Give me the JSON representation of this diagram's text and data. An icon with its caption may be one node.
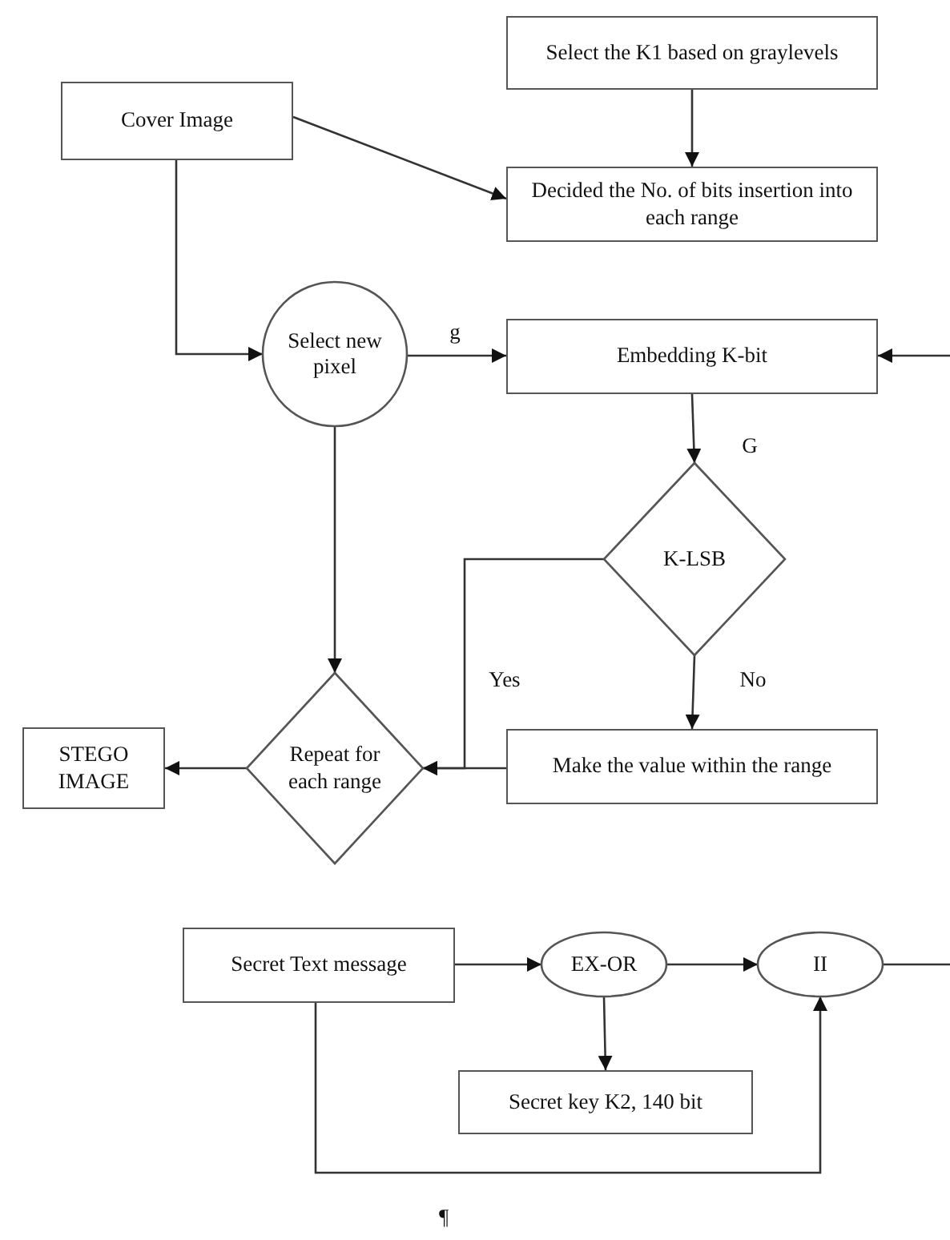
{
  "diagram": {
    "nodes": [
      {
        "text": [
          "Select the K1 based on graylevels"
        ]
      },
      {
        "text": [
          "Cover Image"
        ]
      },
      {
        "text": [
          "Decided the No. of bits insertion into each range"
        ]
      },
      {
        "text": [
          "Select new pixel"
        ]
      },
      {
        "text": [
          "Embedding K-bit"
        ]
      },
      {
        "text": [
          "K-LSB"
        ]
      },
      {
        "text": [
          "STEGO IMAGE"
        ]
      },
      {
        "text": [
          "Repeat for each range"
        ]
      },
      {
        "text": [
          "Make the value within the range"
        ]
      },
      {
        "text": [
          "Secret Text message"
        ]
      },
      {
        "text": [
          "EX-OR"
        ]
      },
      {
        "text": [
          "II"
        ]
      },
      {
        "text": [
          "Secret key K2, 140 bit"
        ]
      }
    ],
    "edges": [
      {
        "from": 0,
        "to": 2,
        "arrow": "to"
      },
      {
        "from": 1,
        "to": 2,
        "arrow": "to"
      },
      {
        "from": 1,
        "to": 3,
        "arrow": "to"
      },
      {
        "from": 3,
        "to": 4,
        "arrow": "to",
        "label": "g"
      },
      {
        "from": null,
        "to": 4,
        "arrow": "to"
      },
      {
        "from": 4,
        "to": 5,
        "arrow": "to",
        "label": "G"
      },
      {
        "from": 5,
        "to": 7,
        "arrow": "to",
        "label": "Yes"
      },
      {
        "from": 5,
        "to": 8,
        "arrow": "to",
        "label": "No"
      },
      {
        "from": 8,
        "to": 7,
        "arrow": "to"
      },
      {
        "from": 3,
        "to": 7,
        "arrow": "to"
      },
      {
        "from": 7,
        "to": 6,
        "arrow": "to"
      },
      {
        "from": 9,
        "to": 10,
        "arrow": "to"
      },
      {
        "from": 10,
        "to": 11,
        "arrow": "to"
      },
      {
        "from": 10,
        "to": 12,
        "arrow": "to"
      },
      {
        "from": 9,
        "to": 11,
        "arrow": "to"
      },
      {
        "from": 11,
        "to": null,
        "arrow": "none"
      }
    ],
    "labels": [
      "¶"
    ]
  }
}
